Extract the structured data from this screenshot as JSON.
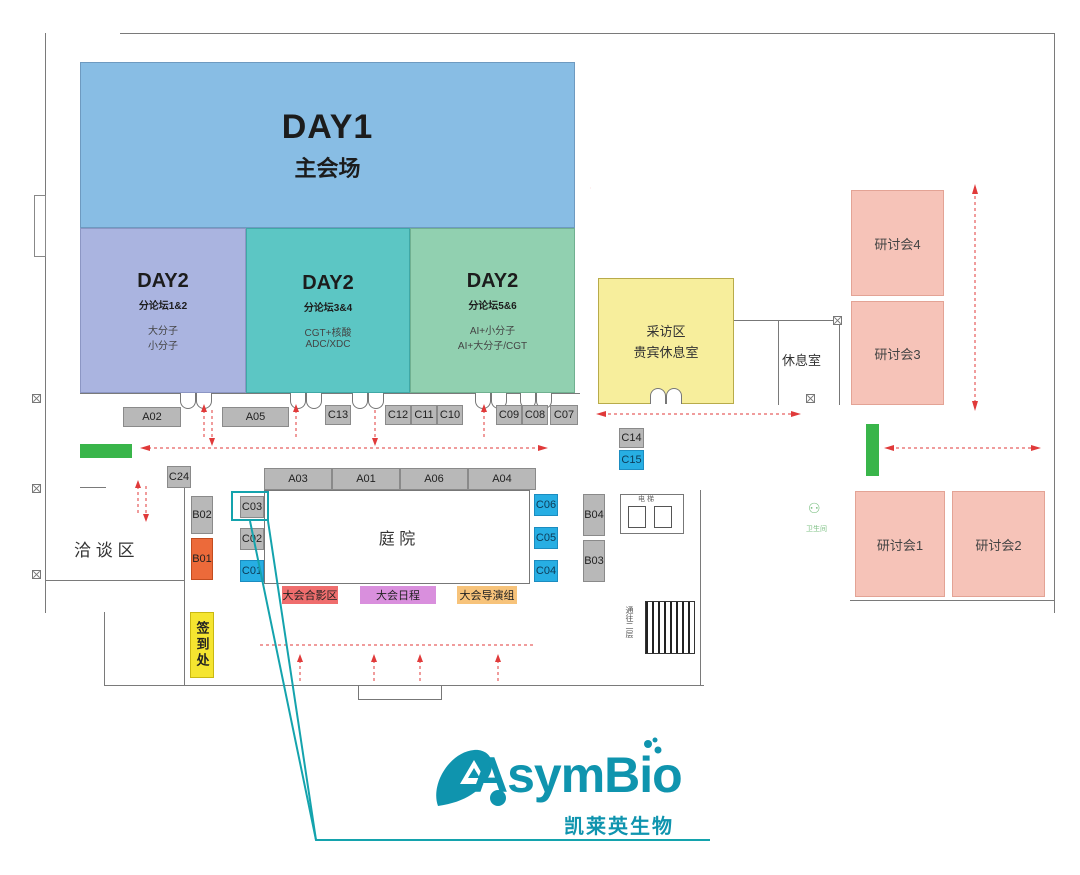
{
  "main_hall": {
    "title": "DAY1",
    "subtitle": "主会场",
    "color": "#88bde4"
  },
  "forums": [
    {
      "title": "DAY2",
      "subtitle": "分论坛1&2",
      "line1": "大分子",
      "line2": "小分子",
      "color": "#aab4e0"
    },
    {
      "title": "DAY2",
      "subtitle": "分论坛3&4",
      "line1": "CGT+核酸",
      "line2": "ADC/XDC",
      "color": "#5cc6c4"
    },
    {
      "title": "DAY2",
      "subtitle": "分论坛5&6",
      "line1": "AI+小分子",
      "line2": "AI+大分子/CGT",
      "color": "#91d0b0"
    }
  ],
  "interview_room": {
    "line1": "采访区",
    "line2": "贵宾休息室",
    "color": "#f7ee9c"
  },
  "rest_room": "休息室",
  "seminars": [
    "研讨会4",
    "研讨会3",
    "研讨会1",
    "研讨会2"
  ],
  "negotiation_area": "洽 谈 区",
  "courtyard": "庭 院",
  "booths_top_row": [
    "A02",
    "A05",
    "C13",
    "C12",
    "C11",
    "C10",
    "C09",
    "C08",
    "C07"
  ],
  "booths_mid": [
    "C14",
    "C15"
  ],
  "booths_courtyard_top": [
    "A03",
    "A01",
    "A06",
    "A04"
  ],
  "booths_left_col": [
    "C24",
    "B02",
    "B01",
    "C03",
    "C02",
    "C01"
  ],
  "booths_right_col": [
    "C06",
    "C05",
    "C04",
    "B04",
    "B03"
  ],
  "checkin": "签到处",
  "info_labels": [
    {
      "text": "大会合影区",
      "color": "#ef6d6d"
    },
    {
      "text": "大会日程",
      "color": "#d98fdd"
    },
    {
      "text": "大会导演组",
      "color": "#f7c37a"
    }
  ],
  "elevator_label": "电 梯",
  "stairs_label": "通往二层",
  "restroom_label": "卫生间",
  "logo": {
    "brand": "AsymBio",
    "chinese": "凯莱英生物",
    "color": "#0f94ae"
  },
  "highlight_booth": "C03",
  "highlight_color": "#14a3ad"
}
